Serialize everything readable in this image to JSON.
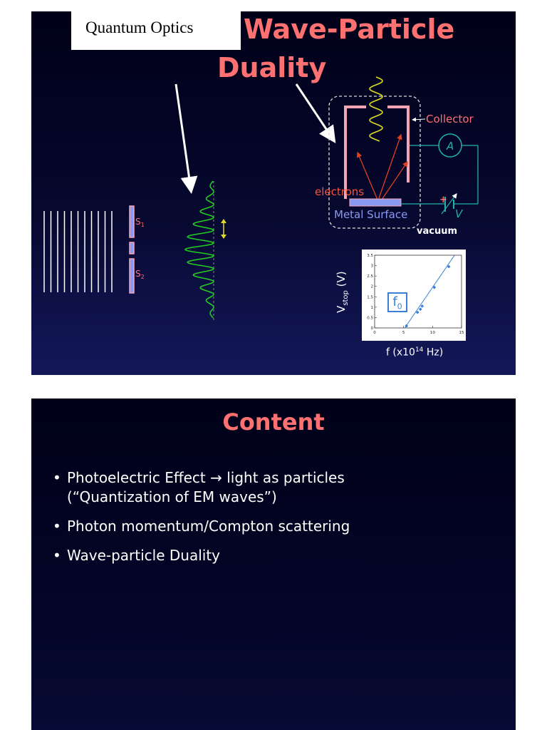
{
  "slide1": {
    "box_label": "Quantum Optics",
    "title_line1": "Wave-Particle",
    "title_line2": "Duality",
    "labels": {
      "collector": "Collector",
      "ammeter": "A",
      "electrons": "electrons",
      "metal_surface": "Metal Surface",
      "vacuum": "vacuum",
      "voltage": "V",
      "plus": "+",
      "slit1": "S",
      "slit1_sub": "1",
      "slit2": "S",
      "slit2_sub": "2"
    },
    "colors": {
      "title": "#ff7070",
      "wave_green": "#22cc22",
      "photon_yellow": "#dddd22",
      "circuit_teal": "#20b2aa",
      "electron_arrows": "#e04020",
      "plate_pink": "#f4a4b4",
      "surface_blue": "#8a9af4",
      "chart_blue": "#3b7fd6"
    }
  },
  "chart_data": {
    "type": "scatter",
    "xlabel_main": "f (x10",
    "xlabel_exp": "14",
    "xlabel_unit": " Hz)",
    "ylabel_main": "V",
    "ylabel_sub": "stop",
    "ylabel_unit": " (V)",
    "annotation_main": "f",
    "annotation_sub": "0",
    "xlim": [
      0,
      15
    ],
    "ylim": [
      0,
      3.5
    ],
    "xticks": [
      0,
      5,
      10,
      15
    ],
    "yticks": [
      0,
      0.5,
      1,
      1.5,
      2,
      2.5,
      3,
      3.5
    ],
    "points": [
      {
        "x": 5.5,
        "y": 0.1
      },
      {
        "x": 7.4,
        "y": 0.75
      },
      {
        "x": 7.9,
        "y": 0.9
      },
      {
        "x": 8.2,
        "y": 1.05
      },
      {
        "x": 10.3,
        "y": 1.95
      },
      {
        "x": 12.8,
        "y": 2.95
      }
    ],
    "fit_line": [
      [
        5.2,
        0
      ],
      [
        13.8,
        3.5
      ]
    ]
  },
  "slide2": {
    "title": "Content",
    "bullets": [
      {
        "text": "Photoelectric Effect   →  light as particles",
        "line2": "(“Quantization of EM waves”)"
      },
      {
        "text": "Photon momentum/Compton scattering"
      },
      {
        "text": "Wave-particle Duality"
      }
    ]
  }
}
